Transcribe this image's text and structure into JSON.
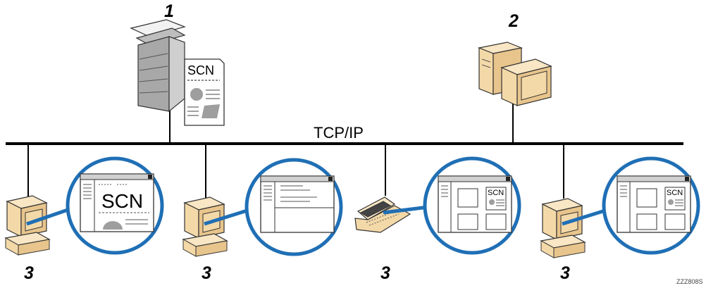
{
  "diagram": {
    "network_label": "TCP/IP",
    "scanner_number": "1",
    "server_number": "2",
    "client_number": "3",
    "scn_label": "SCN",
    "figure_code": "ZZZ808S"
  },
  "colors": {
    "blue": "#1f6fb5",
    "computer_body": "#f4d9a8",
    "computer_shade": "#e2b878",
    "machine_gray": "#8c8c8c",
    "machine_light": "#d6d6d6"
  }
}
